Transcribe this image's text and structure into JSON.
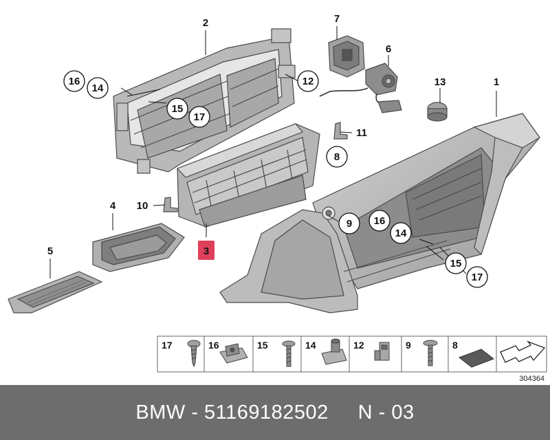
{
  "callouts": {
    "c1": "1",
    "c2": "2",
    "c3": "3",
    "c4": "4",
    "c5": "5",
    "c6": "6",
    "c7": "7",
    "c8": "8",
    "c9": "9",
    "c10": "10",
    "c11": "11",
    "c12": "12",
    "c13": "13",
    "c14a": "14",
    "c14b": "14",
    "c15a": "15",
    "c15b": "15",
    "c16a": "16",
    "c16b": "16",
    "c17a": "17",
    "c17b": "17"
  },
  "highlight_color": "#e0405a",
  "legend": {
    "items": [
      "17",
      "16",
      "15",
      "14",
      "12",
      "9",
      "8"
    ],
    "diagram_id": "304364"
  },
  "footer": {
    "brand": "BMW",
    "separator": " - ",
    "part_number": "51169182502",
    "page": "N - 03"
  }
}
